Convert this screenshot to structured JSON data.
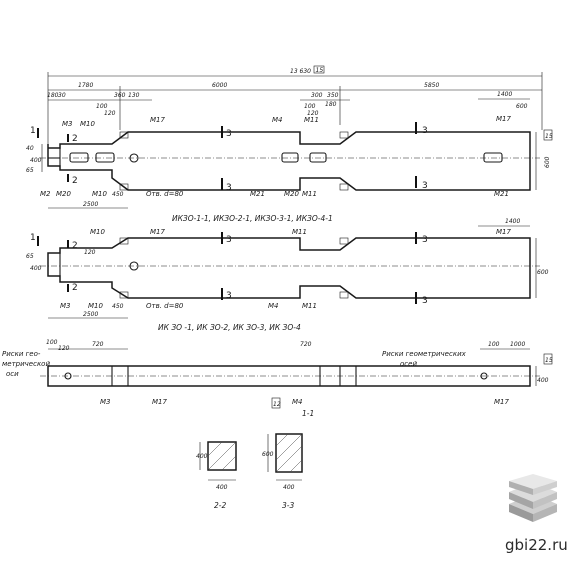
{
  "drawing": {
    "overall_length": "13 630",
    "overall_tag": "15",
    "top_dims": [
      "1780",
      "6000",
      "5850"
    ],
    "left_dims": [
      "180",
      "30",
      "360",
      "130",
      "100",
      "120"
    ],
    "mid_dims": [
      "300",
      "350",
      "100",
      "180",
      "120"
    ],
    "right_dims": [
      "1400",
      "600"
    ],
    "height_main": "600",
    "height_left": "400",
    "small_left": [
      "65",
      "40"
    ],
    "bottom_dims": [
      "2500",
      "450"
    ],
    "hole_label": "Отв. d=80",
    "marks_top": [
      "М3",
      "М10",
      "М17",
      "М2",
      "М20",
      "М10",
      "М4",
      "М11",
      "М21",
      "М20",
      "М11",
      "М17",
      "М21"
    ],
    "section_num": "3",
    "section_left_num": "2",
    "cut_one": "1",
    "caption_1": "ИКЗО-1-1, ИКЗО-2-1, ИКЗО-3-1, ИКЗО-4-1",
    "caption_2": "ИК ЗО -1, ИК ЗО-2, ИК ЗО-3, ИК ЗО-4",
    "b2_dims": [
      "1400",
      "600",
      "400",
      "2500",
      "450",
      "120",
      "65"
    ],
    "b2_marks": [
      "М10",
      "М17",
      "М11",
      "М3",
      "М10",
      "М4",
      "М11",
      "М17"
    ],
    "b3_dims": [
      "100",
      "120",
      "720",
      "720",
      "100",
      "1000",
      "400"
    ],
    "b3_marks": [
      "М3",
      "М17",
      "М4",
      "М17"
    ],
    "risk_left_1": "Риски гео-",
    "risk_left_2": "метрической",
    "risk_left_3": "оси",
    "risk_right_1": "Риски геометрических",
    "risk_right_2": "осей",
    "view_label": "1-1",
    "view_tag": "12",
    "sec22_label": "2-2",
    "sec33_label": "3-3",
    "sec22_h": "400",
    "sec22_w": "400",
    "sec33_h": "600",
    "sec33_w": "400",
    "site": "gbi22.ru"
  }
}
